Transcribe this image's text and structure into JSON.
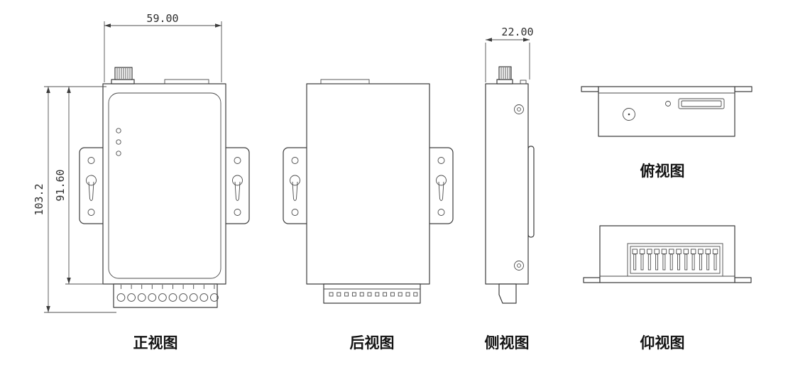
{
  "drawing": {
    "title": "device-orthographic-views",
    "views": {
      "front": {
        "label": "正视图"
      },
      "rear": {
        "label": "后视图"
      },
      "side": {
        "label": "侧视图"
      },
      "top": {
        "label": "俯视图"
      },
      "bottom": {
        "label": "仰视图"
      }
    },
    "dimensions": {
      "width": "59.00",
      "height_overall": "103.2",
      "height_body": "91.60",
      "depth": "22.00"
    },
    "line_color": "#3d3d3d"
  }
}
